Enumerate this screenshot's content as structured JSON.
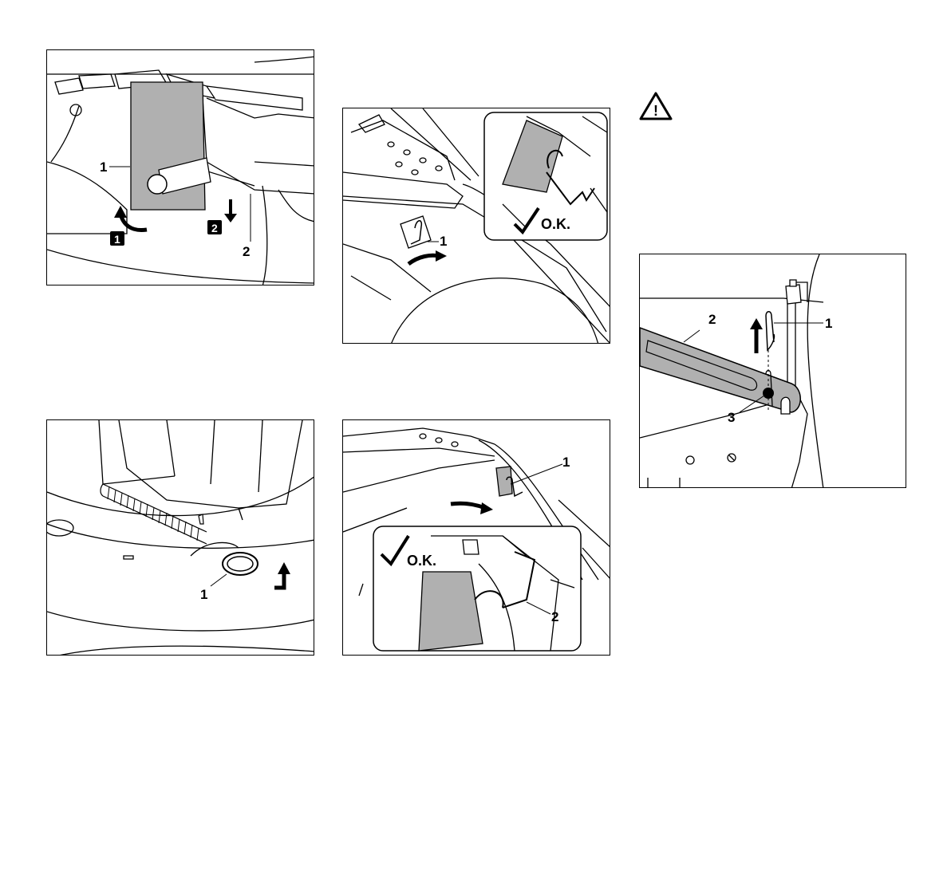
{
  "figures": {
    "fig_a": {
      "callouts": [
        "1",
        "2"
      ],
      "steps": [
        "1",
        "2"
      ]
    },
    "fig_b": {
      "callouts": [
        "1"
      ],
      "ok_label": "O.K."
    },
    "fig_c": {
      "callouts": [
        "1",
        "2",
        "3"
      ]
    },
    "fig_d": {
      "callouts": [
        "1"
      ]
    },
    "fig_e": {
      "callouts": [
        "1",
        "2"
      ],
      "ok_label": "O.K."
    }
  },
  "warning": {
    "icon": "warning-triangle-icon",
    "glyph": "!"
  },
  "colors": {
    "line": "#000000",
    "part_fill": "#b0b0b0",
    "background": "#ffffff"
  }
}
